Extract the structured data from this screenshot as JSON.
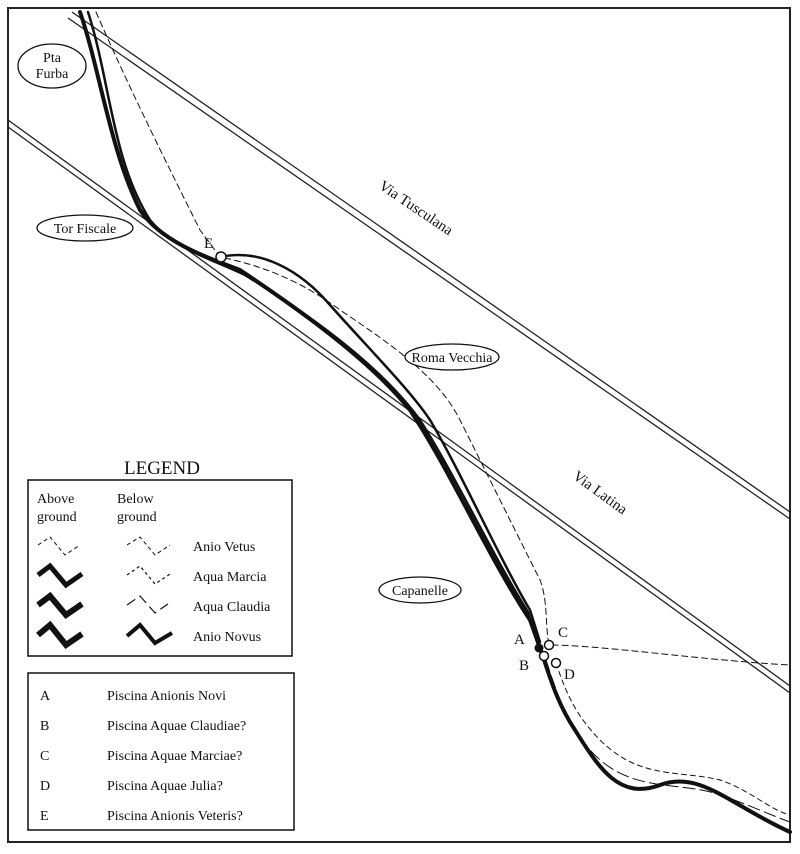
{
  "places": {
    "pta_furba_1": "Pta",
    "pta_furba_2": "Furba",
    "tor_fiscale": "Tor Fiscale",
    "roma_vecchia": "Roma Vecchia",
    "capanelle": "Capanelle"
  },
  "roads": {
    "via_tusculana": "Via Tusculana",
    "via_latina": "Via Latina"
  },
  "point_labels": {
    "a": "A",
    "b": "B",
    "c": "C",
    "d": "D",
    "e": "E"
  },
  "legend": {
    "title": "LEGEND",
    "above_1": "Above",
    "above_2": "ground",
    "below_1": "Below",
    "below_2": "ground",
    "items": [
      "Anio Vetus",
      "Aqua Marcia",
      "Aqua Claudia",
      "Anio Novus"
    ]
  },
  "key": [
    {
      "letter": "A",
      "name": "Piscina Anionis Novi"
    },
    {
      "letter": "B",
      "name": "Piscina Aquae Claudiae?"
    },
    {
      "letter": "C",
      "name": "Piscina Aquae Marciae?"
    },
    {
      "letter": "D",
      "name": "Piscina Aquae Julia?"
    },
    {
      "letter": "E",
      "name": "Piscina Anionis Veteris?"
    }
  ]
}
